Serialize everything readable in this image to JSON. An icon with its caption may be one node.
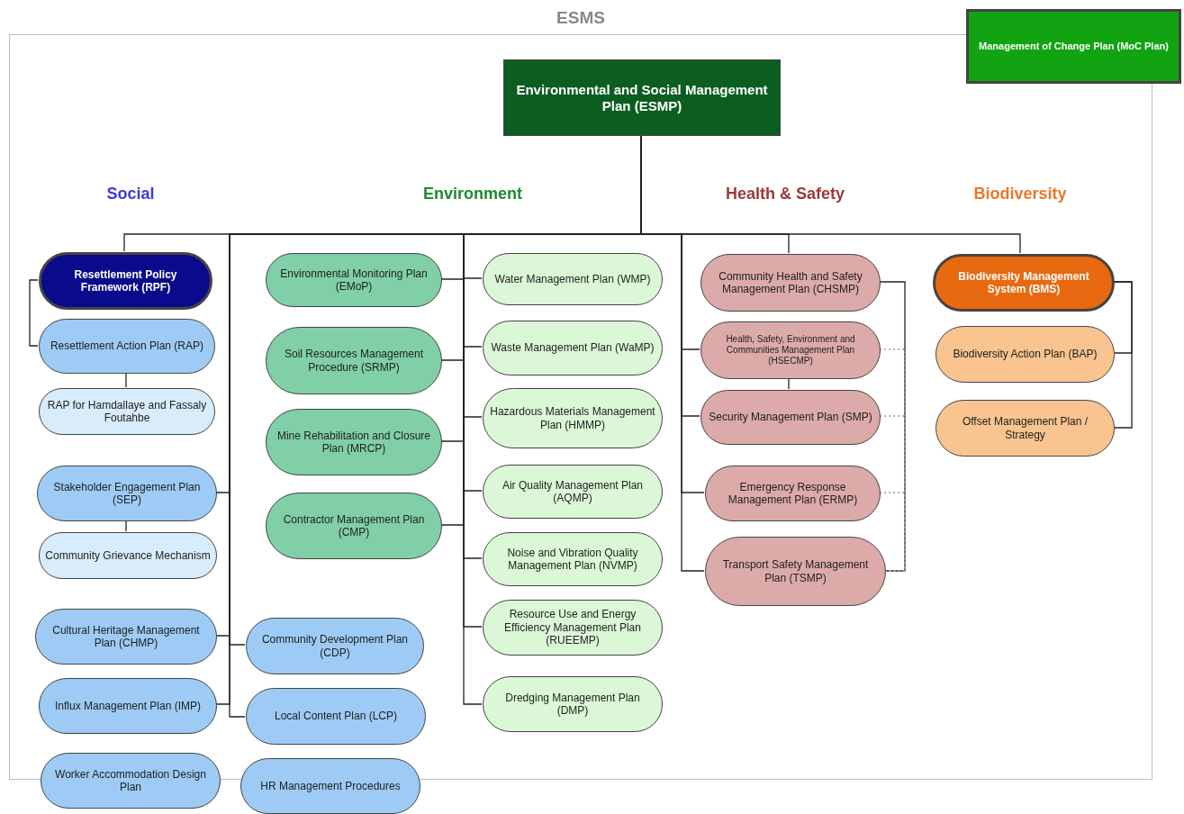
{
  "diagram": {
    "nodes": [
      {
        "text": [
          "ESMS"
        ]
      },
      {
        "text": [
          "Management of Change Plan (MoC Plan)"
        ]
      },
      {
        "text": [
          "Environmental and Social Management Plan (ESMP)"
        ],
        "in": 0
      },
      {
        "text": [
          "Resettlement Policy Framework (RPF)"
        ],
        "in": 0
      },
      {
        "text": [
          "Resettlement Action Plan (RAP)"
        ],
        "in": 0
      },
      {
        "text": [
          "RAP for Hamdallaye and Fassaly Foutahbe"
        ],
        "in": 0
      },
      {
        "text": [
          "Stakeholder Engagement Plan (SEP)"
        ],
        "in": 0
      },
      {
        "text": [
          "Community Grievance Mechanism"
        ],
        "in": 0
      },
      {
        "text": [
          "Cultural Heritage Management Plan (CHMP)"
        ],
        "in": 0
      },
      {
        "text": [
          "Influx Management Plan (IMP)"
        ],
        "in": 0
      },
      {
        "text": [
          "Worker Accommodation Design Plan"
        ]
      },
      {
        "text": [
          "Environmental Monitoring Plan (EMoP)"
        ],
        "in": 0
      },
      {
        "text": [
          "Soil Resources Management Procedure (SRMP)"
        ],
        "in": 0
      },
      {
        "text": [
          "Mine Rehabilitation and Closure Plan (MRCP)"
        ],
        "in": 0
      },
      {
        "text": [
          "Contractor Management Plan (CMP)"
        ],
        "in": 0
      },
      {
        "text": [
          "Community Development Plan (CDP)"
        ],
        "in": 0
      },
      {
        "text": [
          "Local Content Plan (LCP)"
        ],
        "in": 0
      },
      {
        "text": [
          "HR Management Procedures"
        ]
      },
      {
        "text": [
          "Water Management Plan (WMP)"
        ],
        "in": 0
      },
      {
        "text": [
          "Waste Management Plan (WaMP)"
        ],
        "in": 0
      },
      {
        "text": [
          "Hazardous Materials Management Plan (HMMP)"
        ],
        "in": 0
      },
      {
        "text": [
          "Air Quality Management Plan (AQMP)"
        ],
        "in": 0
      },
      {
        "text": [
          "Noise and Vibration Quality Management Plan (NVMP)"
        ],
        "in": 0
      },
      {
        "text": [
          "Resource Use and Energy Efficiency Management Plan (RUEEMP)"
        ],
        "in": 0
      },
      {
        "text": [
          "Dredging Management Plan (DMP)"
        ],
        "in": 0
      },
      {
        "text": [
          "Community Health and Safety Management Plan (CHSMP)"
        ],
        "in": 0
      },
      {
        "text": [
          "Health, Safety, Environment and Communities Management Plan (HSECMP)"
        ],
        "in": 0
      },
      {
        "text": [
          "Security Management Plan (SMP)"
        ],
        "in": 0
      },
      {
        "text": [
          "Emergency Response Management Plan (ERMP)"
        ],
        "in": 0
      },
      {
        "text": [
          "Transport Safety Management Plan (TSMP)"
        ],
        "in": 0
      },
      {
        "text": [
          "Biodiversity Management System (BMS)"
        ],
        "in": 0
      },
      {
        "text": [
          "Biodiversity Action Plan (BAP)"
        ],
        "in": 0
      },
      {
        "text": [
          "Offset Management Plan / Strategy"
        ],
        "in": 0
      }
    ],
    "edges": [
      {
        "from": 2,
        "to": 3,
        "arrow": "none"
      },
      {
        "from": 3,
        "to": 4,
        "arrow": "none"
      },
      {
        "from": 4,
        "to": 5,
        "arrow": "none"
      },
      {
        "from": 2,
        "to": 6,
        "arrow": "none"
      },
      {
        "from": 6,
        "to": 7,
        "arrow": "none"
      },
      {
        "from": 2,
        "to": 8,
        "arrow": "none"
      },
      {
        "from": 2,
        "to": 15,
        "arrow": "none"
      },
      {
        "from": 2,
        "to": 9,
        "arrow": "none"
      },
      {
        "from": 2,
        "to": 16,
        "arrow": "none"
      },
      {
        "from": 2,
        "to": 11,
        "arrow": "none"
      },
      {
        "from": 2,
        "to": 12,
        "arrow": "none"
      },
      {
        "from": 2,
        "to": 13,
        "arrow": "none"
      },
      {
        "from": 2,
        "to": 14,
        "arrow": "none"
      },
      {
        "from": 2,
        "to": 18,
        "arrow": "none"
      },
      {
        "from": 2,
        "to": 19,
        "arrow": "none"
      },
      {
        "from": 2,
        "to": 20,
        "arrow": "none"
      },
      {
        "from": 2,
        "to": 21,
        "arrow": "none"
      },
      {
        "from": 2,
        "to": 22,
        "arrow": "none"
      },
      {
        "from": 2,
        "to": 23,
        "arrow": "none"
      },
      {
        "from": 2,
        "to": 24,
        "arrow": "none"
      },
      {
        "from": 2,
        "to": 25,
        "arrow": "none"
      },
      {
        "from": 2,
        "to": 26,
        "arrow": "none"
      },
      {
        "from": 2,
        "to": 27,
        "arrow": "none"
      },
      {
        "from": 2,
        "to": 28,
        "arrow": "none"
      },
      {
        "from": 2,
        "to": 29,
        "arrow": "none"
      },
      {
        "from": 26,
        "to": 27,
        "arrow": "none"
      },
      {
        "from": 25,
        "to": 29,
        "arrow": "none"
      },
      {
        "from": 26,
        "to": 29,
        "arrow": "none",
        "style": "dashed",
        "color": "#999999"
      },
      {
        "from": 27,
        "to": 29,
        "arrow": "none",
        "style": "dashed",
        "color": "#999999"
      },
      {
        "from": 28,
        "to": 29,
        "arrow": "none",
        "style": "dashed",
        "color": "#999999"
      },
      {
        "from": 2,
        "to": 30,
        "arrow": "none"
      },
      {
        "from": 30,
        "to": 31,
        "arrow": "none"
      },
      {
        "from": 30,
        "to": 32,
        "arrow": "none"
      }
    ],
    "labels": [
      "Social",
      "Environment",
      "Health & Safety",
      "Biodiversity"
    ]
  }
}
